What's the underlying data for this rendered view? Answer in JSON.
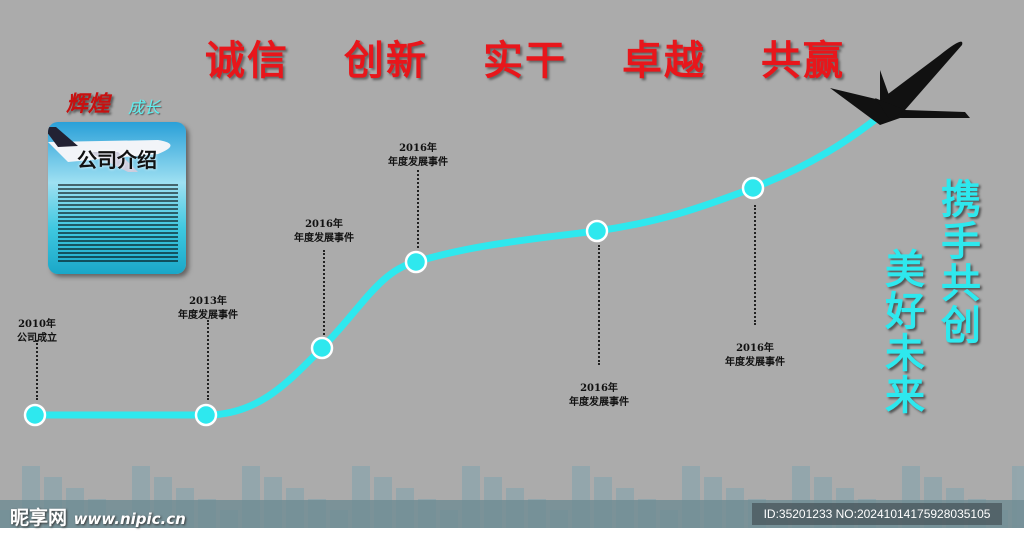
{
  "slogan": [
    "诚信",
    "创新",
    "实干",
    "卓越",
    "共赢"
  ],
  "badge": {
    "title_red": "辉煌",
    "title_cyan": "成长"
  },
  "card": {
    "title": "公司介绍"
  },
  "milestones": [
    {
      "year": "2010年",
      "text": "公司成立"
    },
    {
      "year": "2013年",
      "text": "年度发展事件"
    },
    {
      "year": "2016年",
      "text": "年度发展事件"
    },
    {
      "year": "2016年",
      "text": "年度发展事件"
    },
    {
      "year": "2016年",
      "text": "年度发展事件"
    },
    {
      "year": "2016年",
      "text": "年度发展事件"
    }
  ],
  "vertical": {
    "right": "携手共创",
    "left": "美好未来"
  },
  "watermark": {
    "logo": "昵享网",
    "url": "www.nipic.cn",
    "id": "ID:35201233 NO:20241014175928035105"
  },
  "colors": {
    "curve": "#2ee8ee",
    "slogan": "#e8161b",
    "background": "#ababab"
  }
}
